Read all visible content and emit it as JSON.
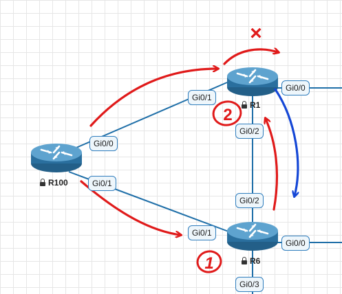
{
  "nodes": {
    "r100": {
      "label": "R100"
    },
    "r1": {
      "label": "R1"
    },
    "r6": {
      "label": "R6"
    }
  },
  "interfaces": {
    "r100_gi00": "Gi0/0",
    "r100_gi01": "Gi0/1",
    "r1_gi01": "Gi0/1",
    "r1_gi02": "Gi0/2",
    "r1_gi00": "Gi0/0",
    "r6_gi01": "Gi0/1",
    "r6_gi02": "Gi0/2",
    "r6_gi00": "Gi0/0",
    "r6_gi03": "Gi0/3"
  },
  "annotations": {
    "cross_mark": "×",
    "step_one": "1",
    "step_two": "2"
  },
  "colors": {
    "link": "#1f6fa8",
    "router_body": "#2a6f9e",
    "router_top": "#5ea3cf",
    "annotation_red": "#e01a1a",
    "annotation_blue": "#1547d6"
  }
}
